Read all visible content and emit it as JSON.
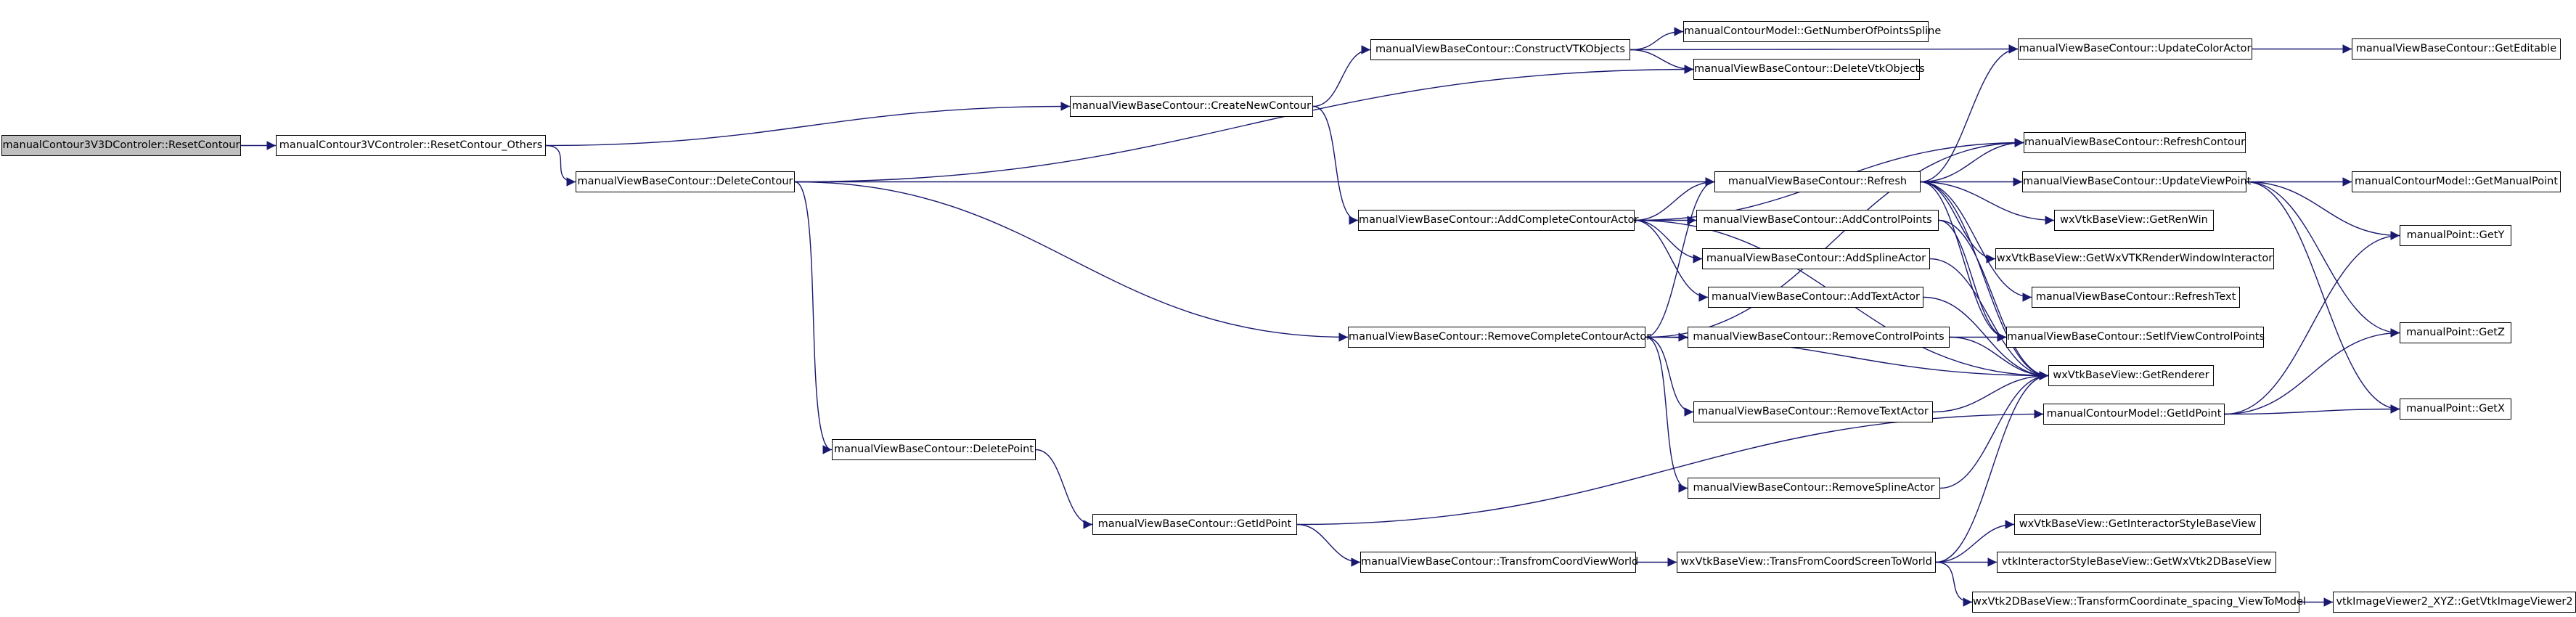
{
  "nodes": [
    {
      "id": "root",
      "label": "manualContour3V3DControler::ResetContour",
      "root": true
    },
    {
      "id": "n1",
      "label": "manualContour3VControler::ResetContour_Others"
    },
    {
      "id": "n2",
      "label": "manualViewBaseContour::DeleteContour"
    },
    {
      "id": "n3",
      "label": "manualViewBaseContour::CreateNewContour"
    },
    {
      "id": "n4",
      "label": "manualViewBaseContour::DeletePoint"
    },
    {
      "id": "n5",
      "label": "manualViewBaseContour::GetIdPoint"
    },
    {
      "id": "n6",
      "label": "manualViewBaseContour::ConstructVTKObjects"
    },
    {
      "id": "n7",
      "label": "manualViewBaseContour::AddCompleteContourActor"
    },
    {
      "id": "n8",
      "label": "manualViewBaseContour::RemoveCompleteContourActor"
    },
    {
      "id": "n9",
      "label": "manualViewBaseContour::TransfromCoordViewWorld"
    },
    {
      "id": "n10",
      "label": "manualContourModel::GetNumberOfPointsSpline"
    },
    {
      "id": "n11",
      "label": "manualViewBaseContour::DeleteVtkObjects"
    },
    {
      "id": "n12",
      "label": "manualViewBaseContour::Refresh"
    },
    {
      "id": "n13",
      "label": "manualViewBaseContour::AddControlPoints"
    },
    {
      "id": "n14",
      "label": "manualViewBaseContour::AddSplineActor"
    },
    {
      "id": "n15",
      "label": "manualViewBaseContour::AddTextActor"
    },
    {
      "id": "n16",
      "label": "manualViewBaseContour::RemoveControlPoints"
    },
    {
      "id": "n17",
      "label": "manualViewBaseContour::RemoveTextActor"
    },
    {
      "id": "n18",
      "label": "manualViewBaseContour::RemoveSplineActor"
    },
    {
      "id": "n19",
      "label": "wxVtkBaseView::TransFromCoordScreenToWorld"
    },
    {
      "id": "n20",
      "label": "manualViewBaseContour::UpdateColorActor"
    },
    {
      "id": "n21",
      "label": "manualViewBaseContour::RefreshContour"
    },
    {
      "id": "n22",
      "label": "manualViewBaseContour::UpdateViewPoint"
    },
    {
      "id": "n23",
      "label": "wxVtkBaseView::GetRenWin"
    },
    {
      "id": "n24",
      "label": "wxVtkBaseView::GetWxVTKRenderWindowInteractor"
    },
    {
      "id": "n25",
      "label": "manualViewBaseContour::RefreshText"
    },
    {
      "id": "n26",
      "label": "manualViewBaseContour::SetIfViewControlPoints"
    },
    {
      "id": "n27",
      "label": "wxVtkBaseView::GetRenderer"
    },
    {
      "id": "n28",
      "label": "manualContourModel::GetIdPoint"
    },
    {
      "id": "n29",
      "label": "wxVtkBaseView::GetInteractorStyleBaseView"
    },
    {
      "id": "n30",
      "label": "vtkInteractorStyleBaseView::GetWxVtk2DBaseView"
    },
    {
      "id": "n31",
      "label": "wxVtk2DBaseView::TransformCoordinate_spacing_ViewToModel"
    },
    {
      "id": "n32",
      "label": "manualViewBaseContour::GetEditable"
    },
    {
      "id": "n33",
      "label": "manualContourModel::GetManualPoint"
    },
    {
      "id": "n34",
      "label": "manualPoint::GetY"
    },
    {
      "id": "n35",
      "label": "manualPoint::GetZ"
    },
    {
      "id": "n36",
      "label": "manualPoint::GetX"
    },
    {
      "id": "n37",
      "label": "vtkImageViewer2_XYZ::GetVtkImageViewer2"
    }
  ],
  "edges": [
    [
      "root",
      "n1"
    ],
    [
      "n1",
      "n2"
    ],
    [
      "n1",
      "n3"
    ],
    [
      "n2",
      "n4"
    ],
    [
      "n2",
      "n8"
    ],
    [
      "n2",
      "n11"
    ],
    [
      "n2",
      "n12"
    ],
    [
      "n3",
      "n6"
    ],
    [
      "n3",
      "n7"
    ],
    [
      "n4",
      "n5"
    ],
    [
      "n5",
      "n9"
    ],
    [
      "n5",
      "n28"
    ],
    [
      "n6",
      "n10"
    ],
    [
      "n6",
      "n11"
    ],
    [
      "n6",
      "n20"
    ],
    [
      "n7",
      "n12"
    ],
    [
      "n7",
      "n13"
    ],
    [
      "n7",
      "n14"
    ],
    [
      "n7",
      "n15"
    ],
    [
      "n7",
      "n21"
    ],
    [
      "n7",
      "n27"
    ],
    [
      "n8",
      "n12"
    ],
    [
      "n8",
      "n16"
    ],
    [
      "n8",
      "n17"
    ],
    [
      "n8",
      "n18"
    ],
    [
      "n8",
      "n21"
    ],
    [
      "n8",
      "n27"
    ],
    [
      "n9",
      "n19"
    ],
    [
      "n12",
      "n20"
    ],
    [
      "n12",
      "n21"
    ],
    [
      "n12",
      "n22"
    ],
    [
      "n12",
      "n23"
    ],
    [
      "n12",
      "n24"
    ],
    [
      "n12",
      "n25"
    ],
    [
      "n12",
      "n26"
    ],
    [
      "n12",
      "n27"
    ],
    [
      "n13",
      "n26"
    ],
    [
      "n13",
      "n27"
    ],
    [
      "n14",
      "n27"
    ],
    [
      "n15",
      "n27"
    ],
    [
      "n16",
      "n26"
    ],
    [
      "n16",
      "n27"
    ],
    [
      "n17",
      "n27"
    ],
    [
      "n18",
      "n27"
    ],
    [
      "n19",
      "n27"
    ],
    [
      "n19",
      "n29"
    ],
    [
      "n19",
      "n30"
    ],
    [
      "n19",
      "n31"
    ],
    [
      "n20",
      "n32"
    ],
    [
      "n22",
      "n33"
    ],
    [
      "n22",
      "n34"
    ],
    [
      "n22",
      "n35"
    ],
    [
      "n22",
      "n36"
    ],
    [
      "n28",
      "n34"
    ],
    [
      "n28",
      "n35"
    ],
    [
      "n28",
      "n36"
    ],
    [
      "n31",
      "n37"
    ]
  ],
  "colors": {
    "edge": "#191970",
    "node_border": "#000000",
    "root_fill": "#bfbfbf",
    "node_fill": "#ffffff"
  }
}
